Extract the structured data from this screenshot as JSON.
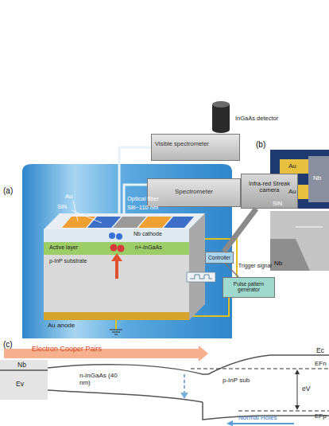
{
  "diagram": {
    "nodes": [
      {
        "text": [
          "Visible spectrometer"
        ]
      },
      {
        "text": [
          "InGaAs detector"
        ]
      },
      {
        "text": [
          "Spectrometer"
        ]
      },
      {
        "text": [
          "Infra-red Streak camera"
        ]
      },
      {
        "text": [
          "Controller"
        ]
      },
      {
        "text": [
          "Pulse pattern generator"
        ]
      }
    ],
    "edges": [
      {
        "from": 3,
        "to": 4,
        "arrow": "none"
      },
      {
        "from": 4,
        "to": 5,
        "arrow": "none",
        "label": "Trigger signal"
      }
    ],
    "labels": [
      "(a)",
      "Optical fiber",
      "Slit~110 nm",
      "Au",
      "SiN",
      "Nb cathode",
      "Active layer",
      "n+-InGaAs",
      "p-InP substrate",
      "Au anode",
      "(b)",
      "Au",
      "Au",
      "Nb",
      "SiN",
      "Nb",
      "(c)",
      "Electron Cooper Pairs",
      "Nb",
      "Ev",
      "n-InGaAs (40 nm)",
      "p-InP sub",
      "Ec",
      "EFn",
      "eV",
      "EFp",
      "Normal Holes"
    ]
  }
}
